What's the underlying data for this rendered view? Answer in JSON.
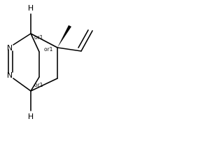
{
  "molecule": {
    "atoms": {
      "h_top": "H",
      "h_bottom": "H",
      "n_upper": "N",
      "n_lower": "N"
    },
    "stereo_labels": {
      "c1": "or1",
      "c5": "or1",
      "c4": "or1"
    }
  }
}
